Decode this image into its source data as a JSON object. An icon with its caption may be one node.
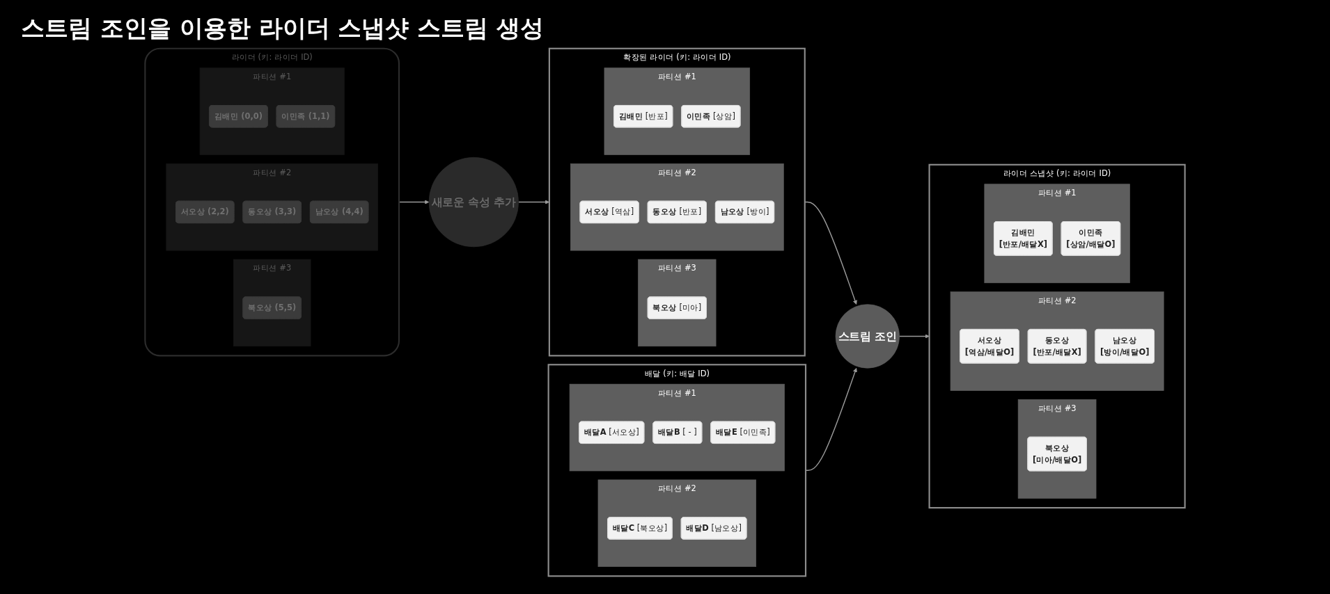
{
  "diagram": {
    "title": "스트림 조인을 이용한 라이더 스냅샷 스트림 생성",
    "nodes": [
      {
        "text": [
          "라이더 (키: 라이더 ID)"
        ]
      },
      {
        "text": [
          "파티션 #1"
        ],
        "in": 0
      },
      {
        "text": [
          "김배민 (0,0)"
        ],
        "in": 1
      },
      {
        "text": [
          "이민족 (1,1)"
        ],
        "in": 1
      },
      {
        "text": [
          "파티션 #2"
        ],
        "in": 0
      },
      {
        "text": [
          "서오상 (2,2)"
        ],
        "in": 4
      },
      {
        "text": [
          "동오상 (3,3)"
        ],
        "in": 4
      },
      {
        "text": [
          "남오상 (4,4)"
        ],
        "in": 4
      },
      {
        "text": [
          "파티션 #3"
        ],
        "in": 0
      },
      {
        "text": [
          "북오상 (5,5)"
        ],
        "in": 8
      },
      {
        "text": [
          "새로운 속성 추가"
        ]
      },
      {
        "text": [
          "확장된 라이더 (키: 라이더 ID)"
        ]
      },
      {
        "text": [
          "파티션 #1"
        ],
        "in": 11
      },
      {
        "text": [
          "김배민",
          "[반포]"
        ],
        "in": 12
      },
      {
        "text": [
          "이민족",
          "[상암]"
        ],
        "in": 12
      },
      {
        "text": [
          "파티션 #2"
        ],
        "in": 11
      },
      {
        "text": [
          "서오상",
          "[역삼]"
        ],
        "in": 15
      },
      {
        "text": [
          "동오상",
          "[반포]"
        ],
        "in": 15
      },
      {
        "text": [
          "남오상",
          "[방이]"
        ],
        "in": 15
      },
      {
        "text": [
          "파티션 #3"
        ],
        "in": 11
      },
      {
        "text": [
          "북오상",
          "[미아]"
        ],
        "in": 19
      },
      {
        "text": [
          "배달 (키: 배달 ID)"
        ]
      },
      {
        "text": [
          "파티션 #1"
        ],
        "in": 21
      },
      {
        "text": [
          "배달A",
          "[서오상]"
        ],
        "in": 22
      },
      {
        "text": [
          "배달B",
          "[ - ]"
        ],
        "in": 22
      },
      {
        "text": [
          "배달E",
          "[이민족]"
        ],
        "in": 22
      },
      {
        "text": [
          "파티션 #2"
        ],
        "in": 21
      },
      {
        "text": [
          "배달C",
          "[북오상]"
        ],
        "in": 26
      },
      {
        "text": [
          "배달D",
          "[남오상]"
        ],
        "in": 26
      },
      {
        "text": [
          "스트림 조인"
        ]
      },
      {
        "text": [
          "라이더 스냅샷 (키: 라이더 ID)"
        ]
      },
      {
        "text": [
          "파티션 #1"
        ],
        "in": 30
      },
      {
        "text": [
          "김배민",
          "[반포/배달X]"
        ],
        "in": 31
      },
      {
        "text": [
          "이민족",
          "[상암/배달O]"
        ],
        "in": 31
      },
      {
        "text": [
          "파티션 #2"
        ],
        "in": 30
      },
      {
        "text": [
          "서오상",
          "[역삼/배달O]"
        ],
        "in": 34
      },
      {
        "text": [
          "동오상",
          "[반포/배달X]"
        ],
        "in": 34
      },
      {
        "text": [
          "남오상",
          "[방이/배달O]"
        ],
        "in": 34
      },
      {
        "text": [
          "파티션 #3"
        ],
        "in": 30
      },
      {
        "text": [
          "북오상",
          "[미아/배달O]"
        ],
        "in": 38
      }
    ],
    "edges": [
      {
        "from": 0,
        "to": 10,
        "arrow": "to"
      },
      {
        "from": 10,
        "to": 11,
        "arrow": "to"
      },
      {
        "from": 11,
        "to": 29,
        "arrow": "to"
      },
      {
        "from": 21,
        "to": 29,
        "arrow": "to"
      },
      {
        "from": 29,
        "to": 30,
        "arrow": "to"
      }
    ]
  }
}
